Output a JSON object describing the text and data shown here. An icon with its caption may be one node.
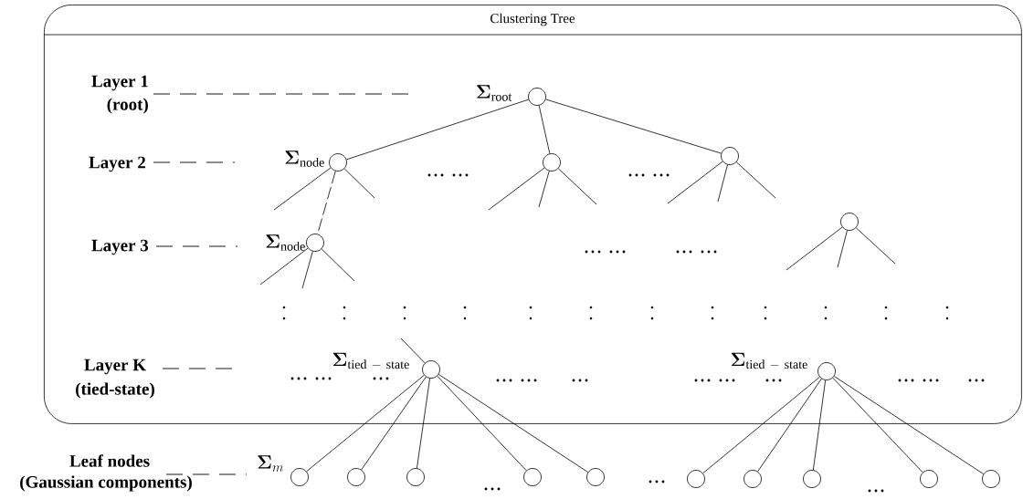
{
  "diagram": {
    "nodes": [
      {
        "text": [
          "Clustering Tree"
        ]
      },
      {
        "text": [],
        "shape": "circle",
        "in": 0,
        "beside": [
          "\\boldsymbol{\\Sigma}_{\\mathrm{root}}"
        ]
      },
      {
        "text": [],
        "shape": "circle",
        "in": 0,
        "beside": [
          "\\boldsymbol{\\Sigma}_{\\mathrm{node}}"
        ]
      },
      {
        "text": [],
        "shape": "circle",
        "in": 0
      },
      {
        "text": [],
        "shape": "circle",
        "in": 0
      },
      {
        "text": [],
        "shape": "circle",
        "in": 0,
        "beside": [
          "\\boldsymbol{\\Sigma}_{\\mathrm{node}}"
        ]
      },
      {
        "text": [],
        "shape": "circle",
        "in": 0
      },
      {
        "text": [],
        "shape": "circle",
        "in": 0,
        "beside": [
          "\\boldsymbol{\\Sigma}_{\\mathrm{tied\\ -\\ state}}"
        ]
      },
      {
        "text": [],
        "shape": "circle",
        "in": 0,
        "beside": [
          "\\boldsymbol{\\Sigma}_{\\mathrm{tied\\ -\\ state}}"
        ]
      },
      {
        "text": [],
        "shape": "circle",
        "beside": [
          "\\boldsymbol{\\Sigma}_{m}"
        ]
      },
      {
        "text": [],
        "shape": "circle"
      },
      {
        "text": [],
        "shape": "circle"
      },
      {
        "text": [],
        "shape": "circle"
      },
      {
        "text": [],
        "shape": "circle"
      },
      {
        "text": [],
        "shape": "circle"
      },
      {
        "text": [],
        "shape": "circle"
      },
      {
        "text": [],
        "shape": "circle"
      },
      {
        "text": [],
        "shape": "circle"
      },
      {
        "text": [],
        "shape": "circle"
      }
    ],
    "edges": [
      {
        "from": 1,
        "to": 2,
        "arrow": "none"
      },
      {
        "from": 1,
        "to": 3,
        "arrow": "none"
      },
      {
        "from": 1,
        "to": 4,
        "arrow": "none"
      },
      {
        "from": 2,
        "to": 5,
        "arrow": "none",
        "style": "dashed"
      },
      {
        "from": 7,
        "to": 9,
        "arrow": "none"
      },
      {
        "from": 7,
        "to": 10,
        "arrow": "none"
      },
      {
        "from": 7,
        "to": 11,
        "arrow": "none"
      },
      {
        "from": 7,
        "to": 12,
        "arrow": "none"
      },
      {
        "from": 7,
        "to": 13,
        "arrow": "none"
      },
      {
        "from": 8,
        "to": 14,
        "arrow": "none"
      },
      {
        "from": 8,
        "to": 15,
        "arrow": "none"
      },
      {
        "from": 8,
        "to": 16,
        "arrow": "none"
      },
      {
        "from": 8,
        "to": 17,
        "arrow": "none"
      },
      {
        "from": 8,
        "to": 18,
        "arrow": "none"
      }
    ],
    "labels": [
      "Layer 1",
      "(root)",
      "Layer 2",
      "Layer 3",
      "Layer K",
      "(tied-state)",
      "Leaf nodes",
      "(Gaussian components)"
    ]
  }
}
